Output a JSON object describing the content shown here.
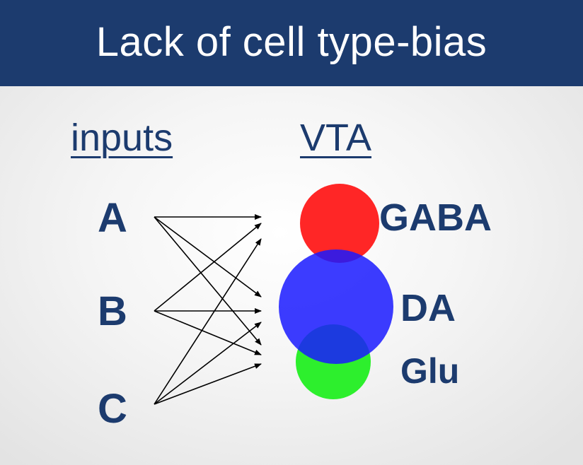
{
  "title": "Lack of cell type-bias",
  "headings": {
    "inputs": "inputs",
    "vta": "VTA"
  },
  "inputs": [
    {
      "label": "A"
    },
    {
      "label": "B"
    },
    {
      "label": "C"
    }
  ],
  "cell_types": [
    {
      "label": "GABA",
      "color": "#ff1a1a"
    },
    {
      "label": "DA",
      "color": "#1a1aff"
    },
    {
      "label": "Glu",
      "color": "#22ee22"
    }
  ],
  "colors": {
    "title_bar": "#1c3b6e",
    "text": "#1c3b6e",
    "arrows": "#000000"
  }
}
